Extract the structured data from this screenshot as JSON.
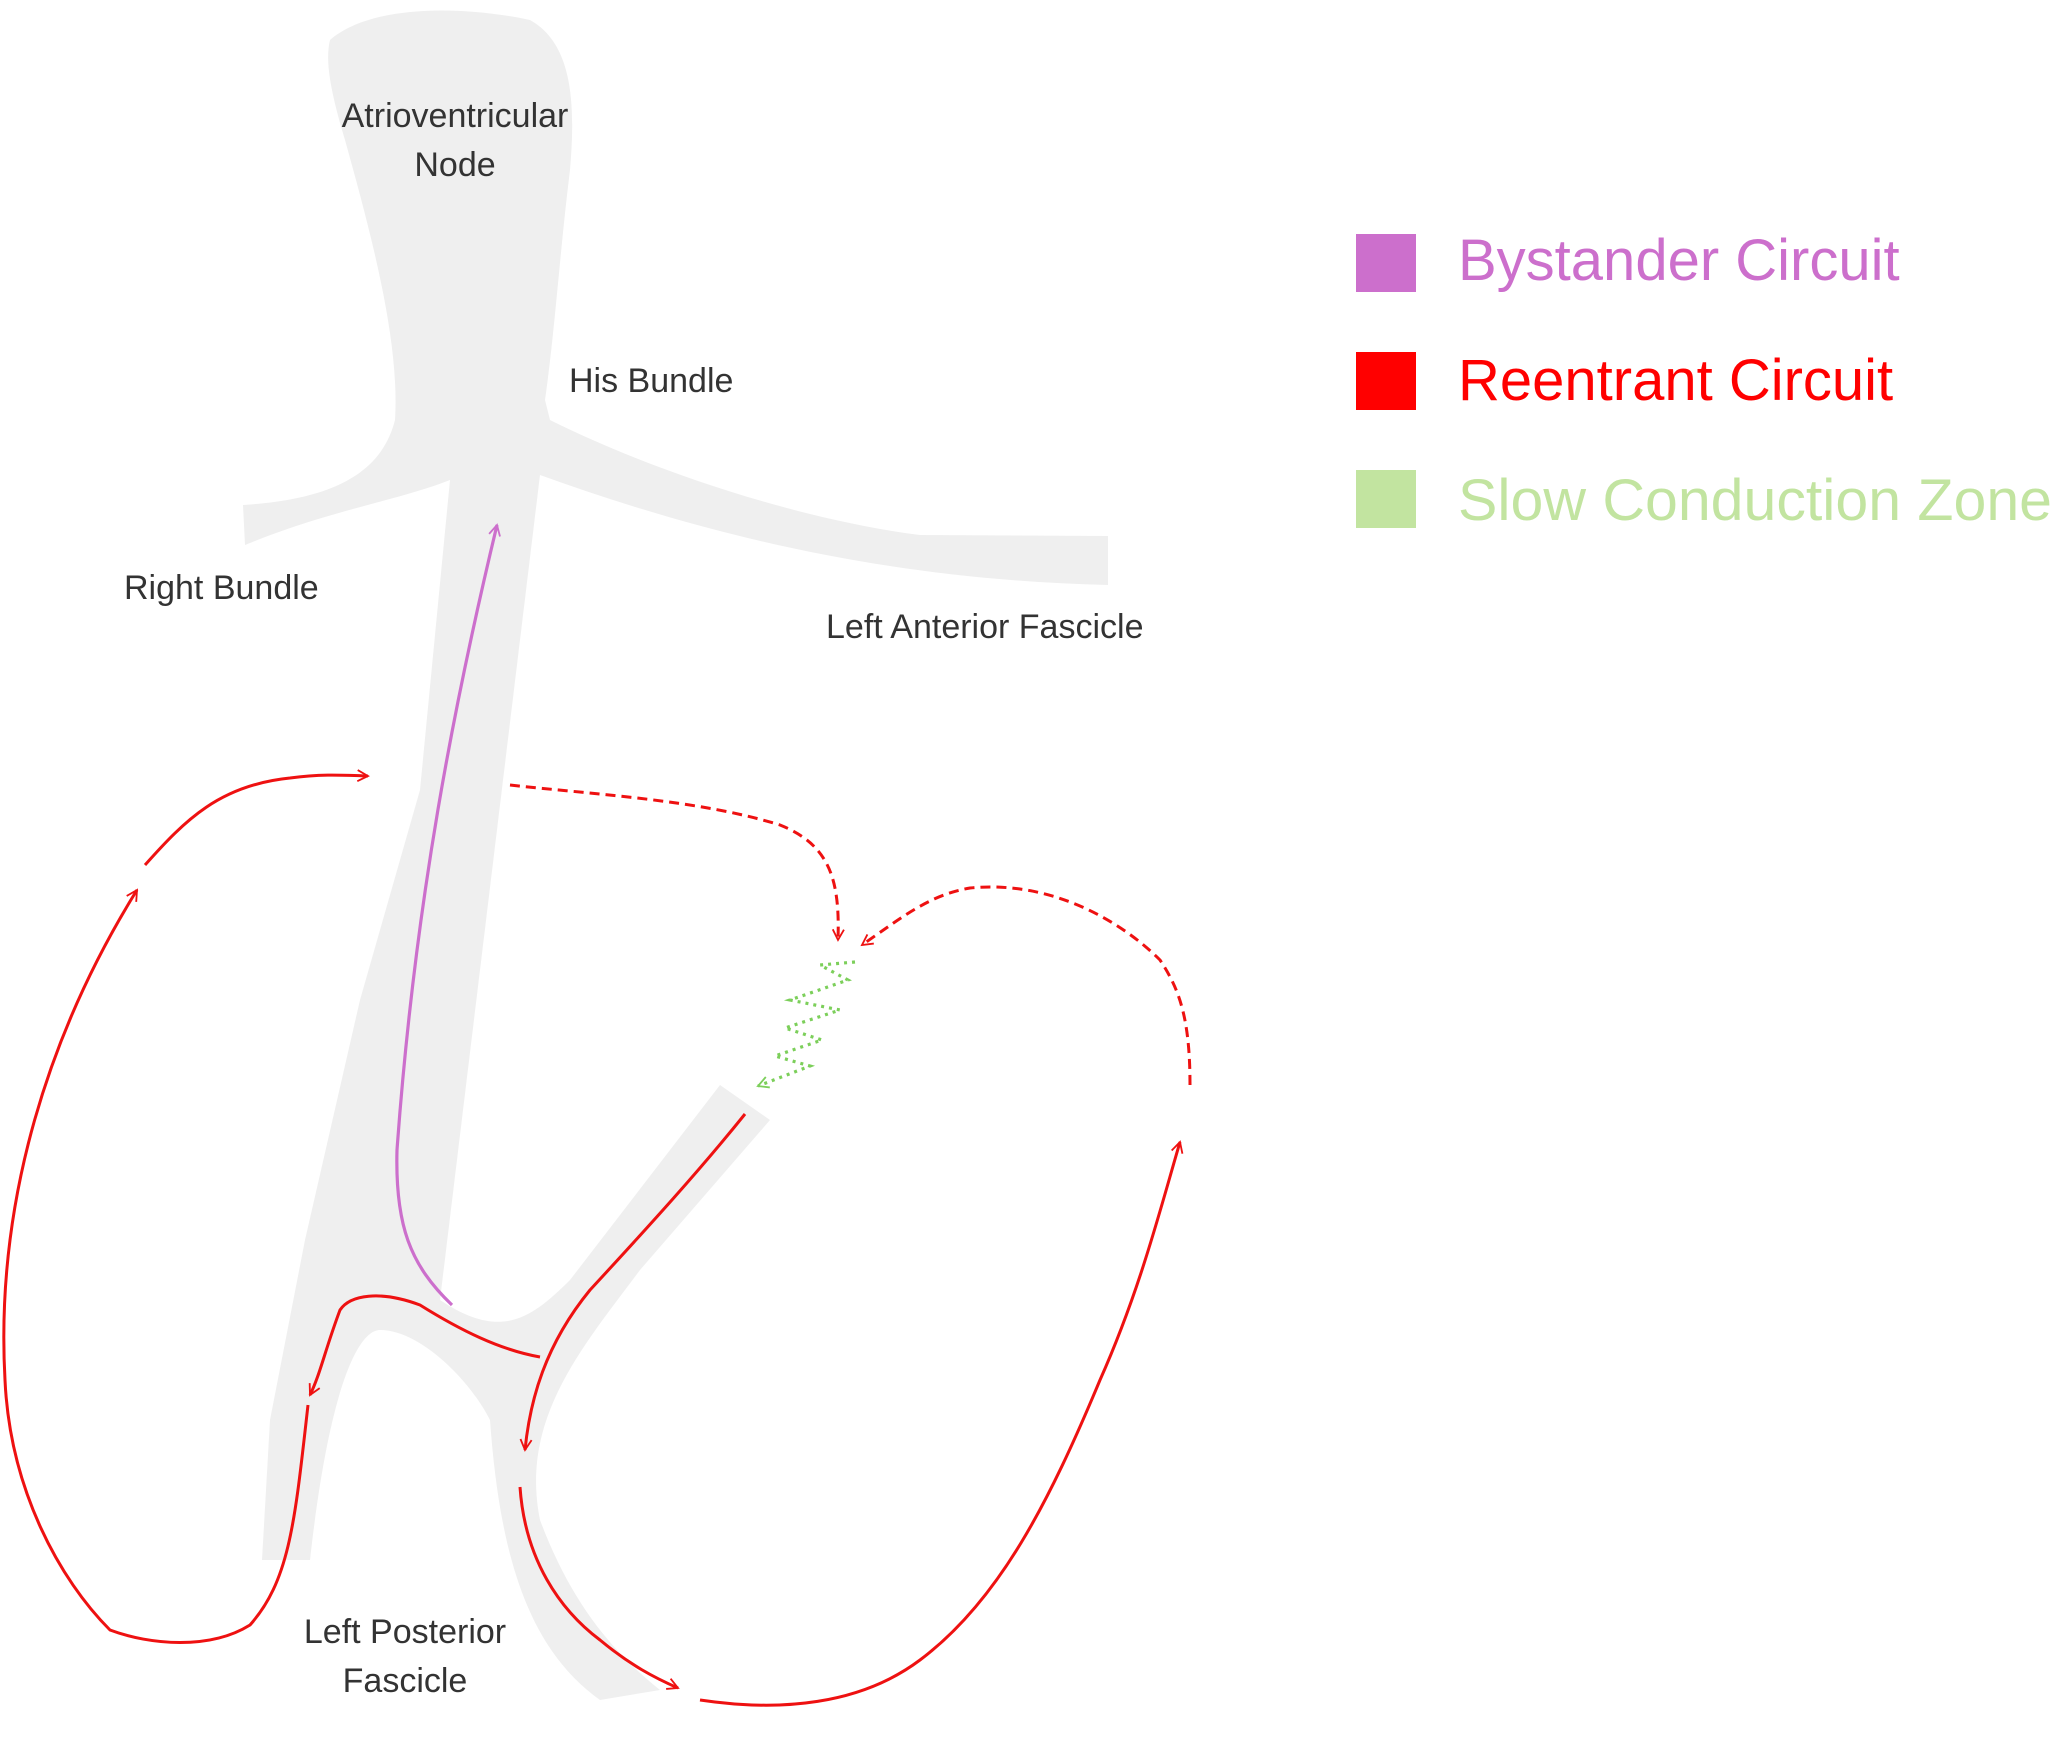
{
  "labels": {
    "av_node_line1": "Atrioventricular",
    "av_node_line2": "Node",
    "his_bundle": "His Bundle",
    "right_bundle": "Right Bundle",
    "left_anterior_fascicle": "Left Anterior Fascicle",
    "left_posterior_fascicle_line1": "Left Posterior",
    "left_posterior_fascicle_line2": "Fascicle"
  },
  "legend": [
    {
      "label": "Bystander Circuit",
      "color": "#cc6fcc"
    },
    {
      "label": "Reentrant Circuit",
      "color": "#ff0000"
    },
    {
      "label": "Slow Conduction Zone",
      "color": "#c2e4a0"
    }
  ],
  "colors": {
    "conduction_tissue": "#efefef",
    "bystander_path": "#cc6fcc",
    "reentrant_path": "#ee1111",
    "slow_zone_path": "#7ccf5a",
    "label_text": "#333333"
  }
}
